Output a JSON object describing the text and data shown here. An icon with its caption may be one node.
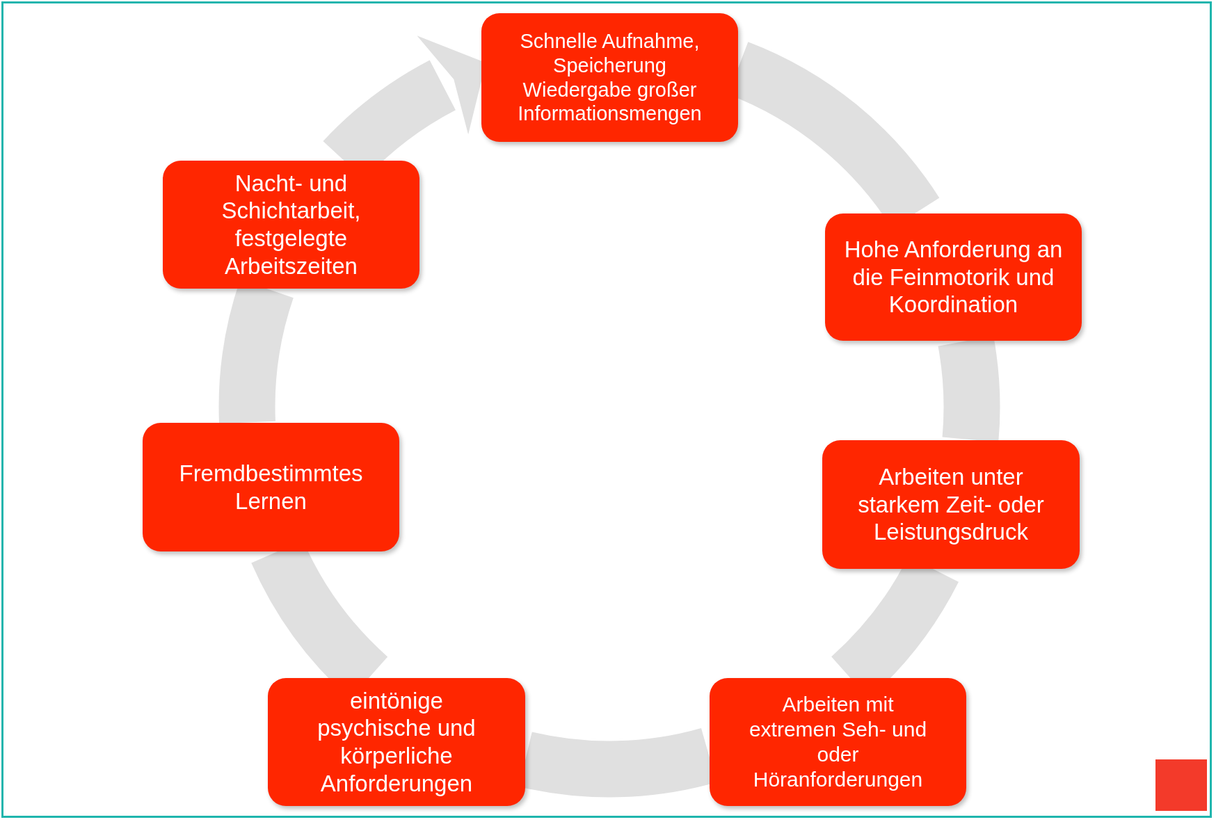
{
  "diagram": {
    "nodes": [
      {
        "text": [
          "Schnelle Aufnahme, Speicherung Wiedergabe großer Informationsmengen"
        ]
      },
      {
        "text": [
          "Hohe Anforderung an die Feinmotorik und Koordination"
        ]
      },
      {
        "text": [
          "Arbeiten unter starkem Zeit- oder Leistungsdruck"
        ]
      },
      {
        "text": [
          "Arbeiten mit extremen Seh- und oder Höranforderungen"
        ]
      },
      {
        "text": [
          "eintönige psychische und körperliche Anforderungen"
        ]
      },
      {
        "text": [
          "Fremdbestimmtes Lernen"
        ]
      },
      {
        "text": [
          "Nacht- und Schichtarbeit, festgelegte Arbeitszeiten"
        ]
      }
    ],
    "edges": [
      {
        "from": 0,
        "to": 1,
        "arrow": "none"
      },
      {
        "from": 1,
        "to": 2,
        "arrow": "none"
      },
      {
        "from": 2,
        "to": 3,
        "arrow": "none"
      },
      {
        "from": 3,
        "to": 4,
        "arrow": "none"
      },
      {
        "from": 4,
        "to": 5,
        "arrow": "none"
      },
      {
        "from": 5,
        "to": 6,
        "arrow": "none"
      },
      {
        "from": 6,
        "to": 0,
        "arrow": "to"
      }
    ]
  }
}
